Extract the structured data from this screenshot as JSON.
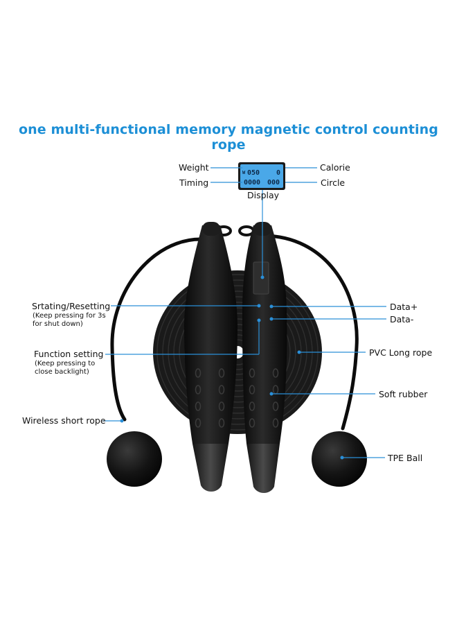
{
  "title": "one multi-functional memory magnetic control counting rope",
  "display": {
    "label": "Display",
    "row1_left_prefix": "W",
    "row1_left_value": "050",
    "row1_right_value": "0",
    "row2_left_value": "0000",
    "row2_right_value": "000"
  },
  "labels": {
    "weight": "Weight",
    "calorie": "Calorie",
    "timing": "Timing",
    "circle": "Circle",
    "starting": "Srtating/Resetting",
    "starting_note_1": "(Keep pressing for 3s",
    "starting_note_2": "for shut down)",
    "data_plus": "Data+",
    "data_minus": "Data-",
    "function": "Function setting",
    "function_note_1": "(Keep pressing to",
    "function_note_2": "close backlight)",
    "pvc": "PVC Long rope",
    "soft": "Soft rubber",
    "wireless": "Wireless short rope",
    "tpe": "TPE Ball"
  },
  "colors": {
    "title": "#1c8fd6",
    "callout_line": "#2a8fd8",
    "lcd_background": "#4aa8e8",
    "product": "#111111"
  }
}
